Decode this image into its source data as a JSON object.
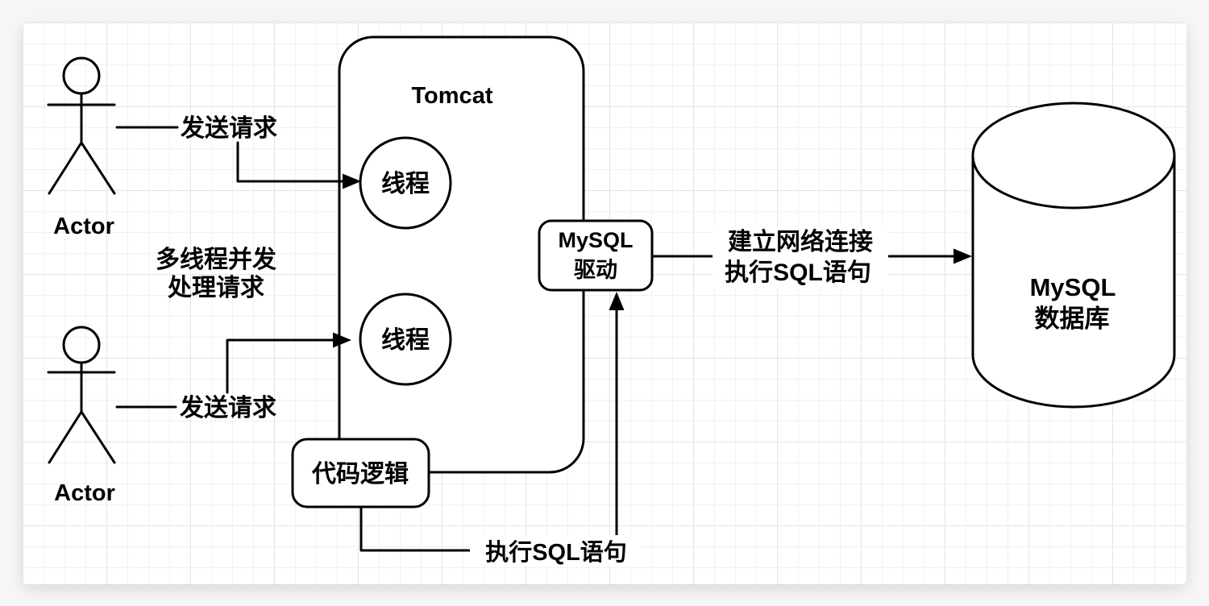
{
  "page": {
    "background": "#f6f6f6"
  },
  "canvas": {
    "background": "#ffffff",
    "grid_minor_color": "#f1f1f1",
    "grid_major_color": "#e4e4e4",
    "stroke_color": "#000000"
  },
  "actors": {
    "top": {
      "label": "Actor"
    },
    "bottom": {
      "label": "Actor"
    }
  },
  "tomcat": {
    "title": "Tomcat",
    "thread_top": {
      "label": "线程"
    },
    "thread_bottom": {
      "label": "线程"
    }
  },
  "code_logic": {
    "label": "代码逻辑"
  },
  "mysql_driver": {
    "label_line1": "MySQL",
    "label_line2": "驱动"
  },
  "database": {
    "label_line1": "MySQL",
    "label_line2": "数据库"
  },
  "edges": {
    "send_request_top": {
      "label": "发送请求"
    },
    "send_request_bottom": {
      "label": "发送请求"
    },
    "multithread_note": {
      "line1": "多线程并发",
      "line2": "处理请求"
    },
    "network_connect": {
      "line1": "建立网络连接",
      "line2": "执行SQL语句"
    },
    "execute_sql": {
      "label": "执行SQL语句"
    }
  }
}
